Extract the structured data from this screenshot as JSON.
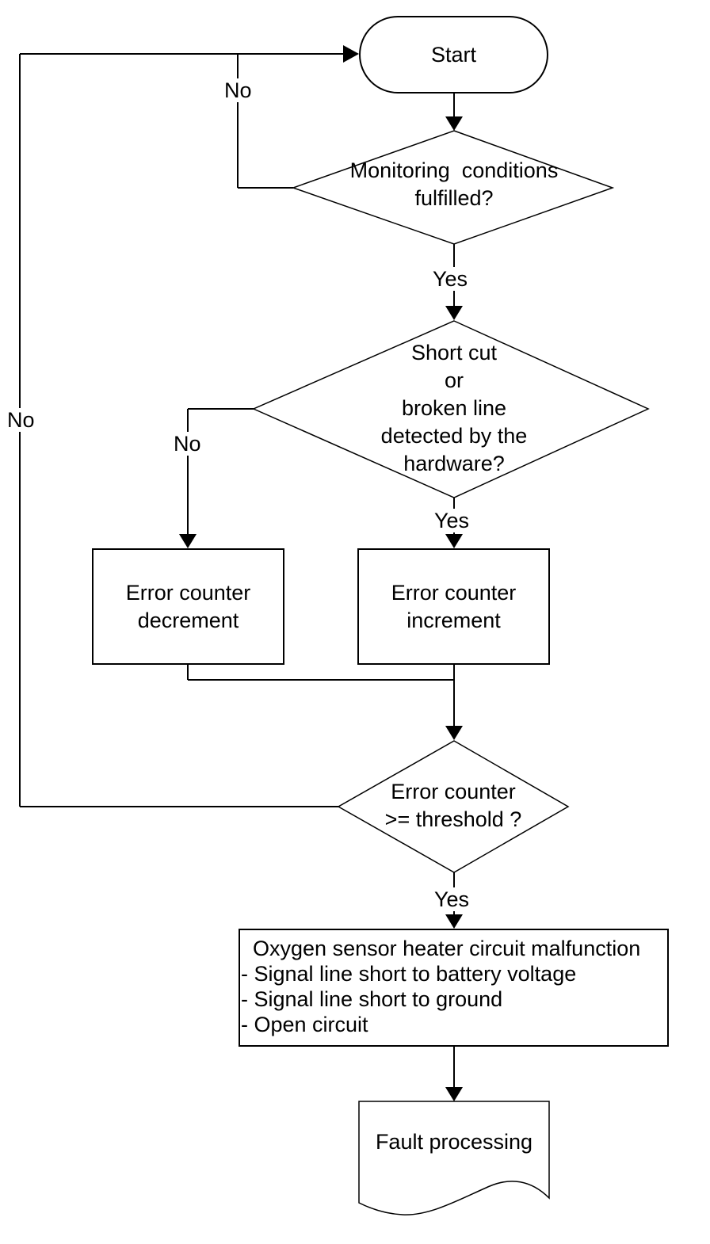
{
  "diagram": {
    "description": "Oxygen sensor heater monitoring flowchart",
    "colors": {
      "stroke": "#000000",
      "background": "#ffffff",
      "text": "#000000"
    },
    "nodes": {
      "start": {
        "type": "terminator",
        "label": "Start"
      },
      "monitoring": {
        "type": "decision",
        "label": "Monitoring  conditions\nfulfilled?"
      },
      "shortcut": {
        "type": "decision",
        "label": "Short cut\nor\nbroken line\ndetected by the\nhardware?"
      },
      "decrement": {
        "type": "process",
        "label": "Error counter\ndecrement"
      },
      "increment": {
        "type": "process",
        "label": "Error counter\nincrement"
      },
      "threshold": {
        "type": "decision",
        "label": "Error counter\n>= threshold ?"
      },
      "malfunction": {
        "type": "process",
        "label": "  Oxygen sensor heater circuit malfunction\n- Signal line short to battery voltage\n- Signal line short to ground\n- Open circuit"
      },
      "fault": {
        "type": "document",
        "label": "Fault processing"
      }
    },
    "edge_labels": {
      "monitoring_no": "No",
      "monitoring_yes": "Yes",
      "shortcut_no": "No",
      "shortcut_yes": "Yes",
      "threshold_no": "No",
      "threshold_yes": "Yes"
    }
  }
}
